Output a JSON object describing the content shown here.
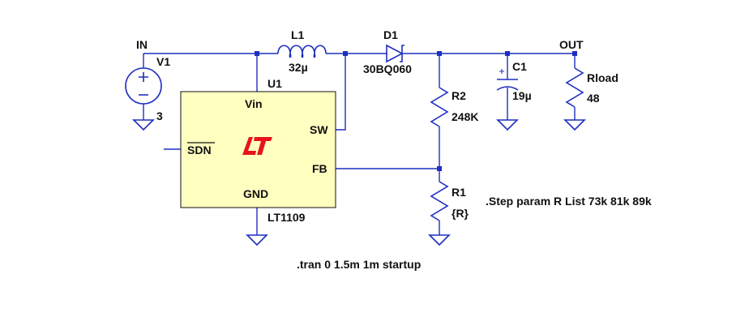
{
  "nets": {
    "in": "IN",
    "out": "OUT"
  },
  "components": {
    "v1": {
      "name": "V1",
      "value": "3"
    },
    "l1": {
      "name": "L1",
      "value": "32µ"
    },
    "d1": {
      "name": "D1",
      "value": "30BQ060"
    },
    "r2": {
      "name": "R2",
      "value": "248K"
    },
    "r1": {
      "name": "R1",
      "value": "{R}"
    },
    "c1": {
      "name": "C1",
      "value": "19µ"
    },
    "rload": {
      "name": "Rload",
      "value": "48"
    },
    "u1": {
      "name": "U1",
      "part": "LT1109",
      "pins": {
        "vin": "Vin",
        "sw": "SW",
        "sdn": "SDN",
        "fb": "FB",
        "gnd": "GND"
      },
      "logo": "LT"
    }
  },
  "directives": {
    "step": ".Step param R List 73k 81k 89k",
    "tran": ".tran 0 1.5m 1m startup"
  },
  "colors": {
    "wire": "#1f2fbf",
    "ic_body": "#ffffc0",
    "logo": "#e8141b",
    "text": "#111111"
  }
}
